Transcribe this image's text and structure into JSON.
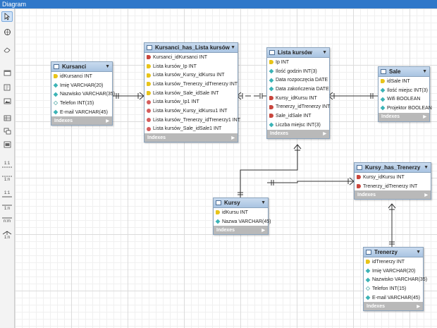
{
  "window": {
    "title": "Diagram"
  },
  "toolbar": {
    "icons": [
      "pointer-icon",
      "hand-icon",
      "eraser-icon",
      "layer-icon",
      "note-icon",
      "image-icon",
      "table-icon",
      "view-icon",
      "routine-group-icon"
    ],
    "relations": [
      "1:1",
      "1:n",
      "1:1",
      "1:n",
      "n:m",
      "1:n"
    ]
  },
  "tables": {
    "kursanci": {
      "name": "Kursanci",
      "columns": [
        {
          "text": "idKursanci INT",
          "kind": "pk"
        },
        {
          "text": "Imię VARCHAR(20)",
          "kind": "nn"
        },
        {
          "text": "Nazwisko VARCHAR(35)",
          "kind": "nn"
        },
        {
          "text": "Telefon INT(15)",
          "kind": "nul"
        },
        {
          "text": "E-mail VARCHAR(45)",
          "kind": "nn"
        }
      ],
      "indexes": "Indexes"
    },
    "khl": {
      "name": "Kursanci_has_Lista kursów",
      "columns": [
        {
          "text": "Kursanci_idKursanci INT",
          "kind": "pkfk"
        },
        {
          "text": "Lista kursów_Ip INT",
          "kind": "pk"
        },
        {
          "text": "Lista kursów_Kursy_idKursu INT",
          "kind": "pk"
        },
        {
          "text": "Lista kursów_Trenerzy_idTrenerzy INT",
          "kind": "pk"
        },
        {
          "text": "Lista kursów_Sale_idSale INT",
          "kind": "pk"
        },
        {
          "text": "Lista kursów_Ip1 INT",
          "kind": "fk"
        },
        {
          "text": "Lista kursów_Kursy_idKursu1 INT",
          "kind": "fk"
        },
        {
          "text": "Lista kursów_Trenerzy_idTrenerzy1 INT",
          "kind": "fk"
        },
        {
          "text": "Lista kursów_Sale_idSale1 INT",
          "kind": "fk"
        }
      ],
      "indexes": "Indexes"
    },
    "lista": {
      "name": "Lista kursów",
      "columns": [
        {
          "text": "Ip INT",
          "kind": "pk"
        },
        {
          "text": "Ilość godzin INT(3)",
          "kind": "nn"
        },
        {
          "text": "Data rozpoczęcia DATE",
          "kind": "nn"
        },
        {
          "text": "Data zakończenia DATE",
          "kind": "nn"
        },
        {
          "text": "Kursy_idKursu INT",
          "kind": "pkfk"
        },
        {
          "text": "Trenerzy_idTrenerzy INT",
          "kind": "pkfk"
        },
        {
          "text": "Sale_idSale INT",
          "kind": "pkfk"
        },
        {
          "text": "Liczba miejsc INT(3)",
          "kind": "nn"
        }
      ],
      "indexes": "Indexes"
    },
    "sale": {
      "name": "Sale",
      "columns": [
        {
          "text": "idSale INT",
          "kind": "pk"
        },
        {
          "text": "Ilość miejsc INT(3)",
          "kind": "nn"
        },
        {
          "text": "Wifi BOOLEAN",
          "kind": "nn"
        },
        {
          "text": "Projektor BOOLEAN",
          "kind": "nn"
        }
      ],
      "indexes": "Indexes"
    },
    "kht": {
      "name": "Kursy_has_Trenerzy",
      "columns": [
        {
          "text": "Kursy_idKursu INT",
          "kind": "pkfk"
        },
        {
          "text": "Trenerzy_idTrenerzy INT",
          "kind": "pkfk"
        }
      ],
      "indexes": "Indexes"
    },
    "kursy": {
      "name": "Kursy",
      "columns": [
        {
          "text": "idKursu INT",
          "kind": "pk"
        },
        {
          "text": "Nazwa VARCHAR(45)",
          "kind": "nn"
        }
      ],
      "indexes": "Indexes"
    },
    "trenerzy": {
      "name": "Trenerzy",
      "columns": [
        {
          "text": "idTrenerzy INT",
          "kind": "pk"
        },
        {
          "text": "Imię VARCHAR(20)",
          "kind": "nn"
        },
        {
          "text": "Nazwisko VARCHAR(35)",
          "kind": "nn"
        },
        {
          "text": "Telefon INT(15)",
          "kind": "nul"
        },
        {
          "text": "E-mail VARCHAR(45)",
          "kind": "nn"
        }
      ],
      "indexes": "Indexes"
    }
  },
  "colors": {
    "title_bar": "#2f78c9",
    "table_header": "#a9c4e2",
    "indexes_bar": "#b9b9b9"
  }
}
